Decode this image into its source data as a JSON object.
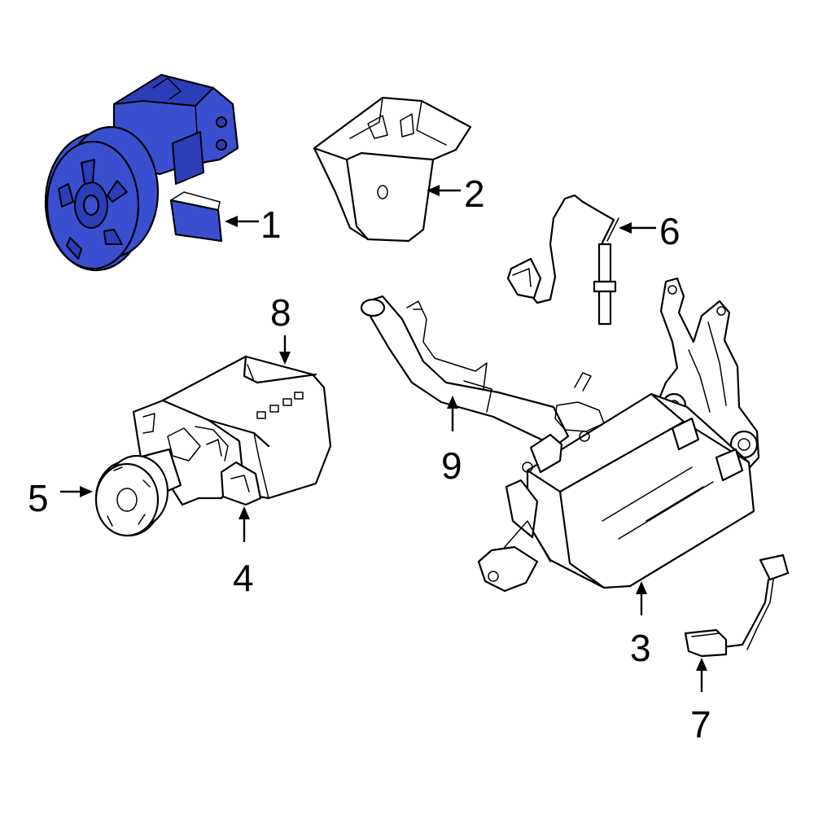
{
  "diagram": {
    "highlight_color": "#3a4fd0",
    "line_color": "#000000",
    "background": "#ffffff",
    "callouts": [
      {
        "id": "1",
        "label": "1"
      },
      {
        "id": "2",
        "label": "2"
      },
      {
        "id": "3",
        "label": "3"
      },
      {
        "id": "4",
        "label": "4"
      },
      {
        "id": "5",
        "label": "5"
      },
      {
        "id": "6",
        "label": "6"
      },
      {
        "id": "7",
        "label": "7"
      },
      {
        "id": "8",
        "label": "8"
      },
      {
        "id": "9",
        "label": "9"
      }
    ]
  }
}
